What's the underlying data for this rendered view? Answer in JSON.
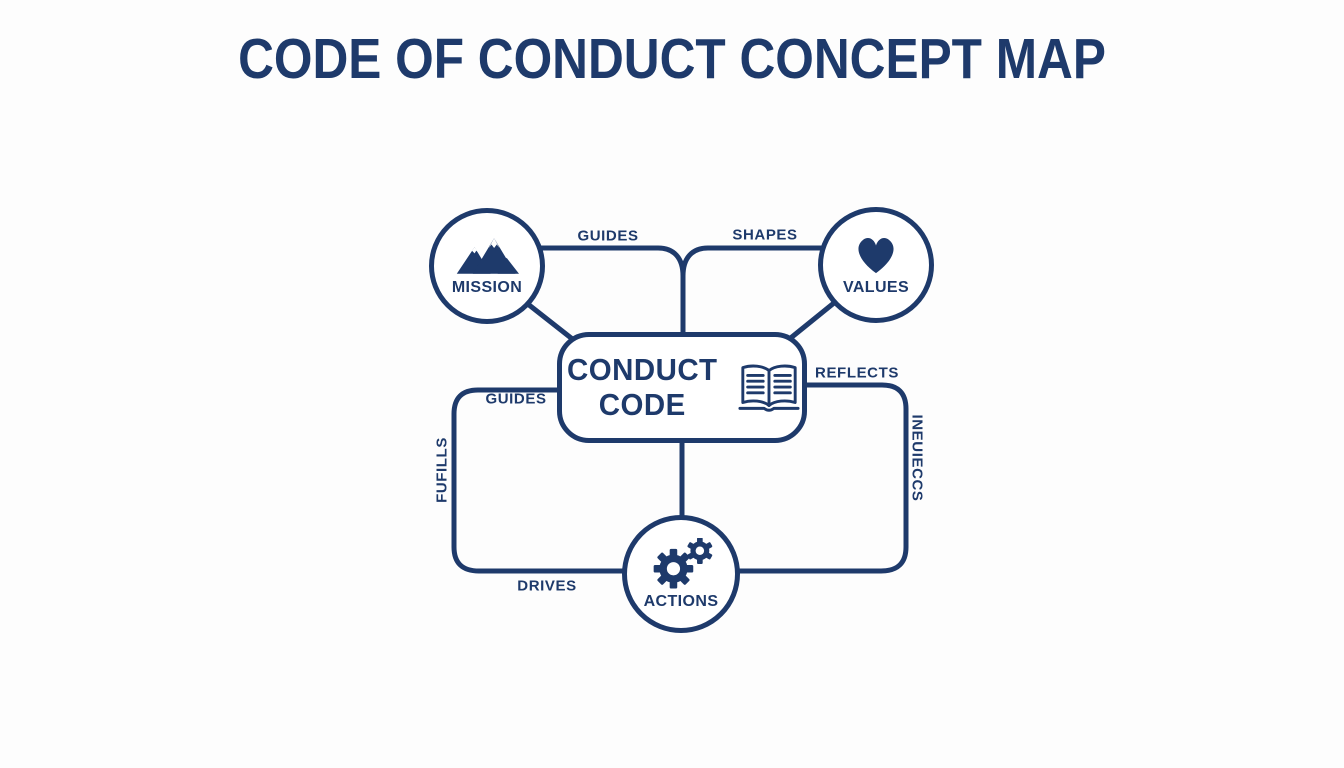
{
  "title": "CODE OF CONDUCT CONCEPT MAP",
  "colors": {
    "navy": "#1e3a6b",
    "background": "#fdfdfd"
  },
  "center_node": {
    "line1": "CONDUCT",
    "line2": "CODE",
    "icon": "open-book-icon"
  },
  "nodes": {
    "mission": {
      "label": "MISSION",
      "icon": "mountains-icon"
    },
    "values": {
      "label": "VALUES",
      "icon": "heart-icon"
    },
    "actions": {
      "label": "ACTIONS",
      "icon": "gears-icon"
    }
  },
  "edge_labels": {
    "guides_top": "GUIDES",
    "shapes": "SHAPES",
    "guides_left": "GUIDES",
    "reflects": "REFLECTS",
    "fulfills_vertical": "FUFILLS",
    "influences_vertical": "INEUIECCS",
    "drives": "DRIVES"
  }
}
